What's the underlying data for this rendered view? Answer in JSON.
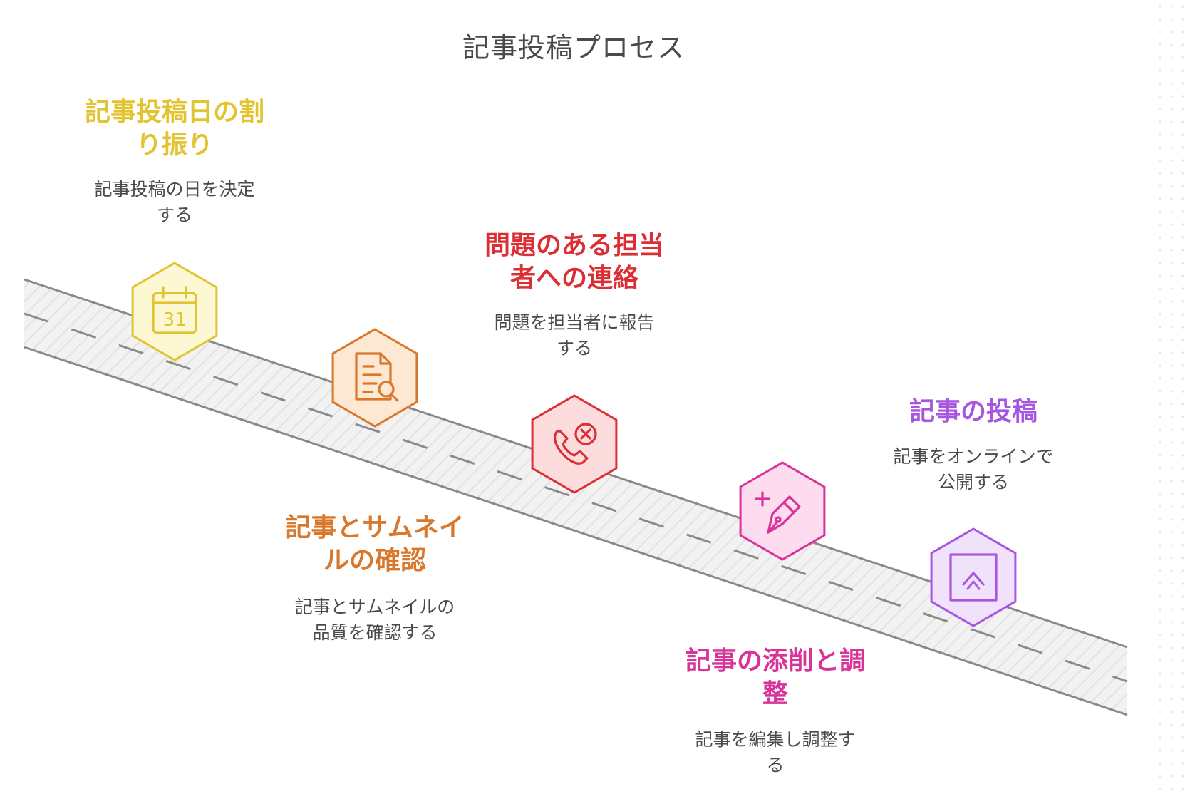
{
  "title": "記事投稿プロセス",
  "colors": {
    "road_fill": "#efefef",
    "road_edge": "#8a8a8a",
    "road_dash": "#8a8a8a"
  },
  "steps": [
    {
      "title_lines": [
        "記事投稿日の割",
        "り振り"
      ],
      "desc_lines": [
        "記事投稿の日を決定",
        "する"
      ],
      "icon": "calendar-icon",
      "color": "#e2c430",
      "fill": "#fdf8d4"
    },
    {
      "title_lines": [
        "記事とサムネイ",
        "ルの確認"
      ],
      "desc_lines": [
        "記事とサムネイルの",
        "品質を確認する"
      ],
      "icon": "document-search-icon",
      "color": "#d9772a",
      "fill": "#fde8d4"
    },
    {
      "title_lines": [
        "問題のある担当",
        "者への連絡"
      ],
      "desc_lines": [
        "問題を担当者に報告",
        "する"
      ],
      "icon": "phone-cancel-icon",
      "color": "#dc2f35",
      "fill": "#fcdcdc"
    },
    {
      "title_lines": [
        "記事の添削と調",
        "整"
      ],
      "desc_lines": [
        "記事を編集し調整す",
        "る"
      ],
      "icon": "pen-edit-icon",
      "color": "#d9339a",
      "fill": "#fcdcee"
    },
    {
      "title_lines": [
        "記事の投稿"
      ],
      "desc_lines": [
        "記事をオンラインで",
        "公開する"
      ],
      "icon": "upload-box-icon",
      "color": "#a855e0",
      "fill": "#f1e2fb"
    }
  ]
}
